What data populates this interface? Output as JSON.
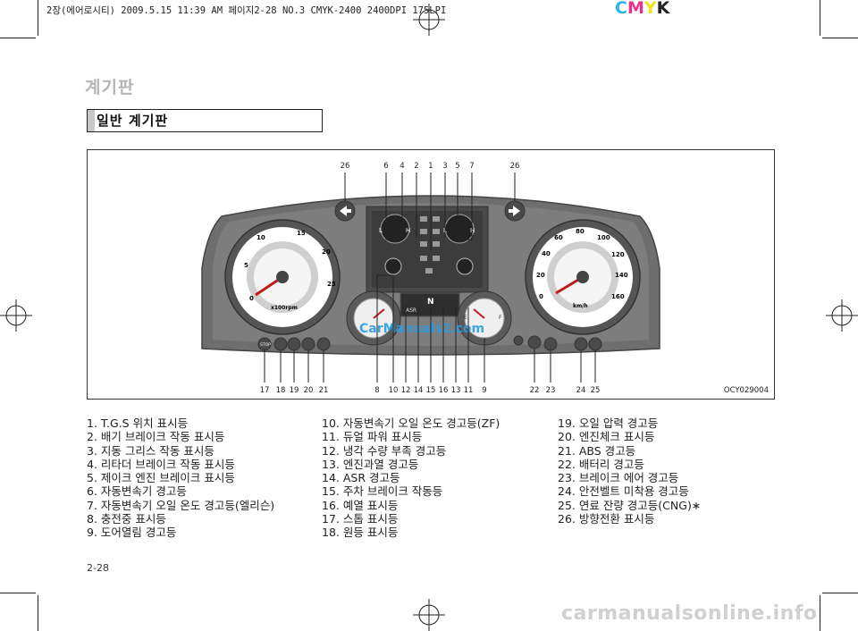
{
  "print_header": "2장(에어로시티)  2009.5.15 11:39 AM  페이지2-28   NO.3 CMYK-2400 2400DPI 175LPI",
  "cmyk_letters": [
    {
      "char": "C",
      "color": "#29b6e8"
    },
    {
      "char": "M",
      "color": "#e8318a"
    },
    {
      "char": "Y",
      "color": "#f4e21a"
    },
    {
      "char": "K",
      "color": "#222222"
    }
  ],
  "page_title": "계기판",
  "section_title": "일반 계기판",
  "figure": {
    "image_code": "OCY029004",
    "top_callouts": [
      "26",
      "6",
      "4",
      "2",
      "1",
      "3",
      "5",
      "7",
      "26"
    ],
    "bottom_callouts": [
      "17",
      "18",
      "19",
      "20",
      "21",
      "8",
      "10",
      "12",
      "14",
      "15",
      "16",
      "13",
      "11",
      "9",
      "22",
      "23",
      "24",
      "25"
    ],
    "tach_scale": [
      "0",
      "5",
      "10",
      "15",
      "20",
      "25"
    ],
    "tach_unit": "x100rpm",
    "speed_scale": [
      "0",
      "20",
      "40",
      "60",
      "80",
      "100",
      "120",
      "140",
      "160"
    ],
    "speed_unit": "km/h",
    "gauge_marks": {
      "low": "L",
      "high": "H",
      "empty": "E",
      "full": "F",
      "neutral": "N",
      "asr": "ASR",
      "stop": "STOP"
    },
    "watermark": "CarManuals2.com",
    "colors": {
      "accent_watermark": "#2a9de0",
      "cluster_body": "#6e6e6e",
      "dial_face": "#ffffff",
      "needle": "#c01a1a"
    }
  },
  "legend": {
    "col1": [
      "1. T.G.S 위치 표시등",
      "2. 배기 브레이크 작동 표시등",
      "3. 지동 그리스 작동 표시등",
      "4. 리타더 브레이크 작동 표시등",
      "5. 제이크 엔진 브레이크 표시등",
      "6. 자동변속기 경고등",
      "7. 자동변속기 오일 온도 경고등(엘리슨)",
      "8. 충전중 표시등",
      "9. 도어열림 경고등"
    ],
    "col2": [
      "10. 자동변속기 오일 온도 경고등(ZF)",
      "11. 듀얼 파워 표시등",
      "12. 냉각 수량 부족 경고등",
      "13. 엔진과열 경고등",
      "14. ASR 경고등",
      "15. 주차 브레이크 작동등",
      "16. 예열 표시등",
      "17. 스톱 표시등",
      "18. 원등 표시등"
    ],
    "col3": [
      "19. 오일 압력 경고등",
      "20. 엔진체크 표시등",
      "21. ABS 경고등",
      "22. 배터리 경고등",
      "23. 브레이크 에어 경고등",
      "24. 안전벨트 미착용 경고등",
      "25. 연료 잔량 경고등(CNG)∗",
      "26. 방향전환 표시등"
    ]
  },
  "page_number": "2-28",
  "site_watermark": "carmanualsonline.info"
}
